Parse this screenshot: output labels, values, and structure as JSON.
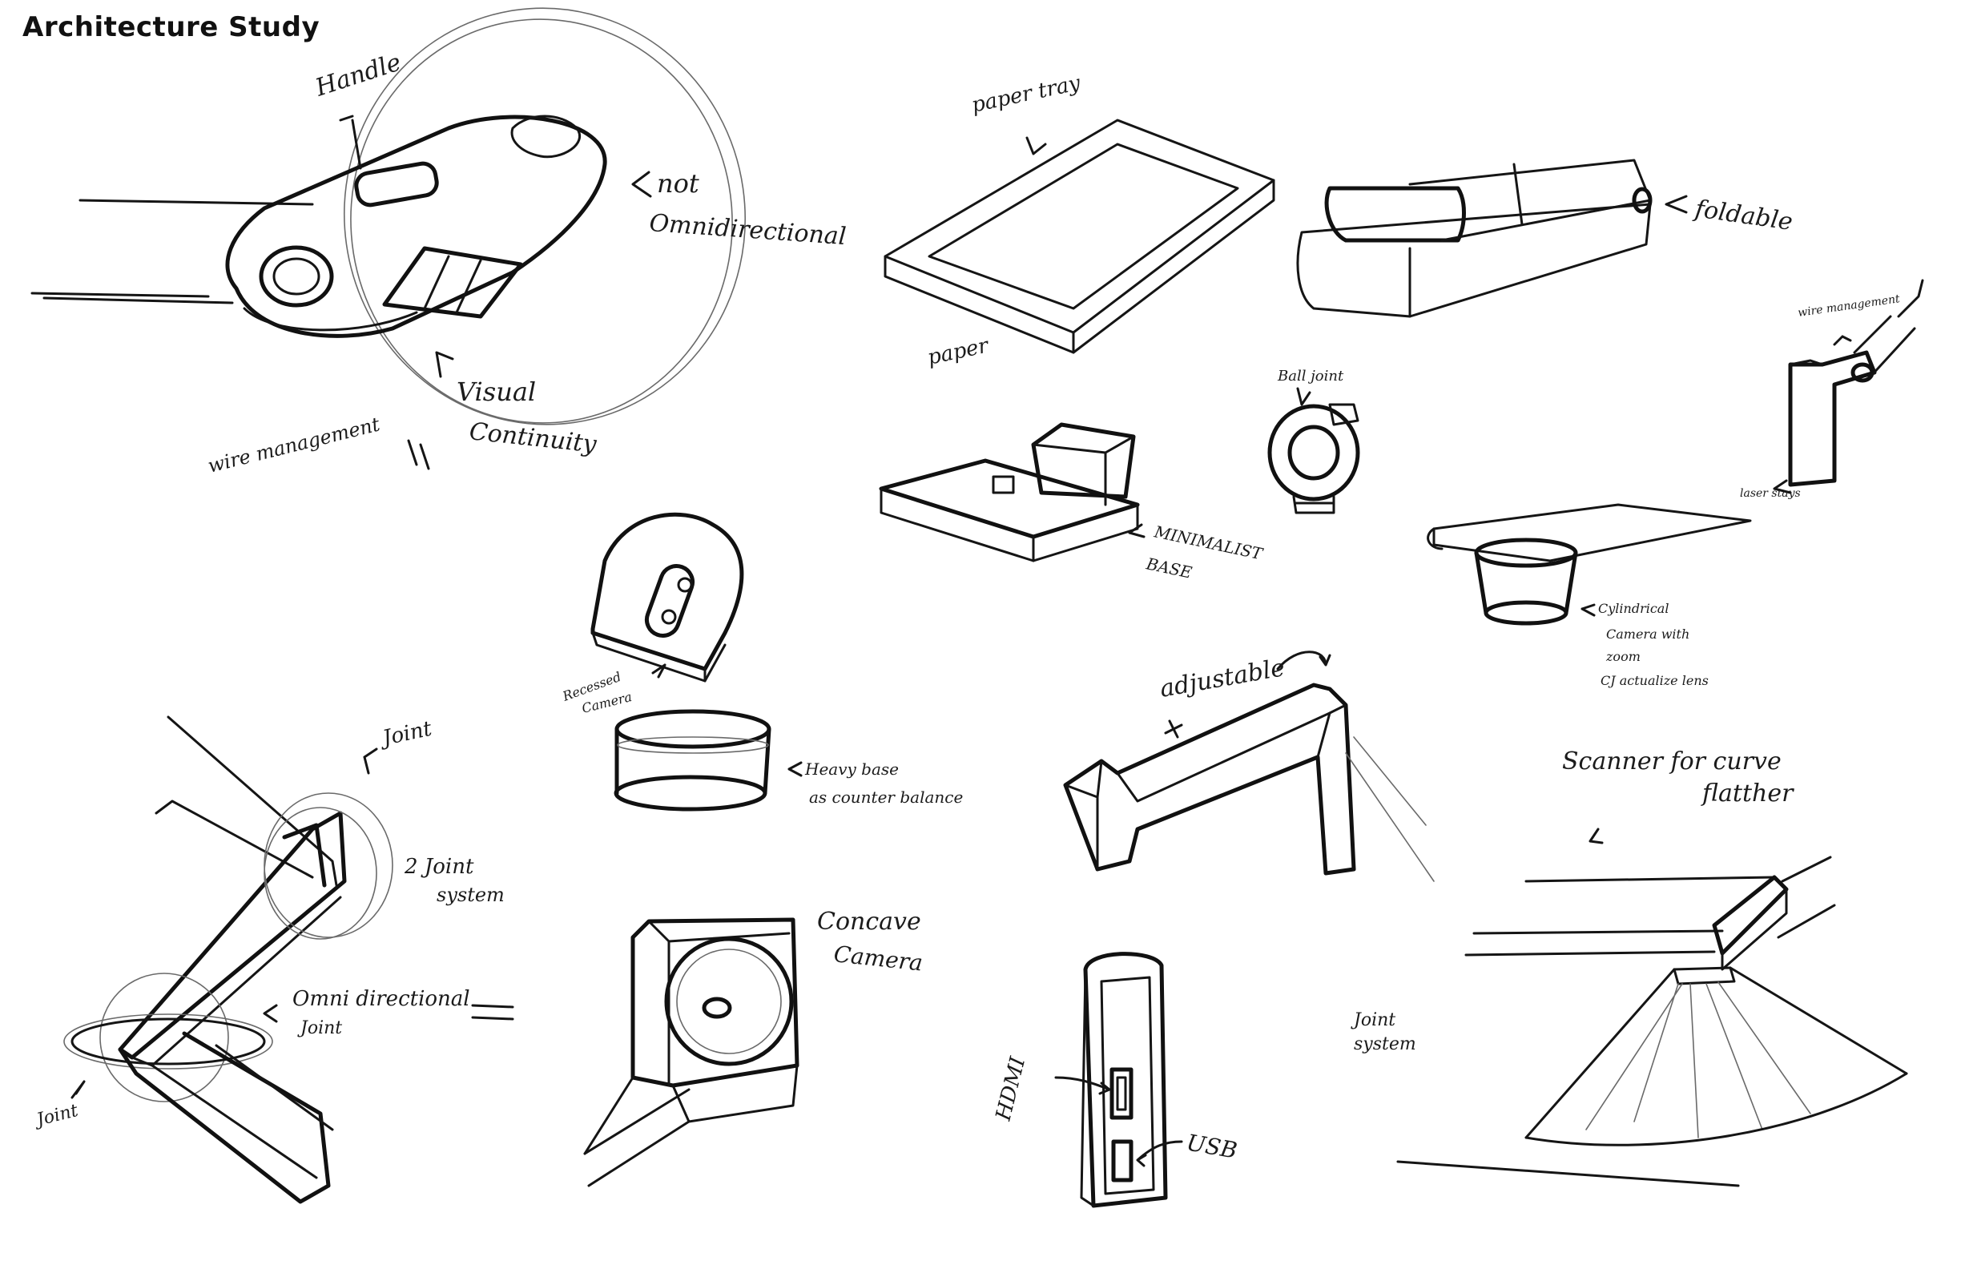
{
  "title": "Architecture Study",
  "annotations": {
    "handle": "Handle",
    "not_omnidirectional_1": "not",
    "not_omnidirectional_2": "Omnidirectional",
    "visual_continuity_1": "Visual",
    "visual_continuity_2": "Continuity",
    "wire_management_left": "wire management",
    "paper_tray": "paper tray",
    "paper": "paper",
    "foldable": "foldable",
    "minimalist_base_1": "MINIMALIST",
    "minimalist_base_2": "BASE",
    "ball_joint": "Ball joint",
    "wire_management_right": "wire management",
    "laser_stays": "laser stays",
    "cylindrical_1": "Cylindrical",
    "cylindrical_2": "Camera with",
    "cylindrical_3": "zoom",
    "cylindrical_4": "CJ actualize lens",
    "recessed_camera_1": "Recessed",
    "recessed_camera_2": "Camera",
    "heavy_base_1": "Heavy base",
    "heavy_base_2": "as counter balance",
    "adjustable": "adjustable",
    "scanner_1": "Scanner for curve",
    "scanner_2": "flatther",
    "joint_top": "Joint",
    "two_joint_1": "2 Joint",
    "two_joint_2": "system",
    "omni_joint_1": "Omni directional",
    "omni_joint_2": "Joint",
    "joint_bottom": "Joint",
    "concave_1": "Concave",
    "concave_2": "Camera",
    "hdmi": "HDMI",
    "usb": "USB",
    "joint_system_1": "Joint",
    "joint_system_2": "system"
  }
}
